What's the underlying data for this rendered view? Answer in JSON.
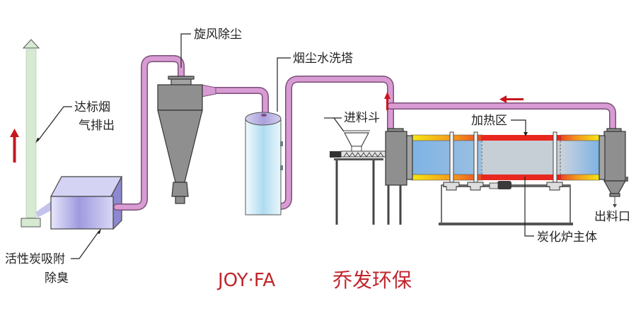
{
  "title": "Carbonization furnace flue gas treatment process diagram",
  "labels": {
    "exhaust": [
      "达标烟",
      "气排出"
    ],
    "cyclone": "旋风除尘",
    "scrubber": "烟尘水洗塔",
    "hopper": "进料斗",
    "heating_zone": "加热区",
    "outlet": "出料口",
    "furnace_body": "炭化炉主体",
    "carbon_filter": [
      "活性炭吸附",
      "除臭"
    ]
  },
  "brand": {
    "english": "JOY·FA",
    "chinese": "乔发环保"
  },
  "colors": {
    "pipe": "#d99bd3",
    "chimney": "#d6ead2",
    "flow_arrow": "#c8161d",
    "heating": "#e8281e",
    "preheat": "#f5e10f",
    "kiln_inner": "#8fbde6",
    "scrubber": "#bfe3f3",
    "filter_box": "#a7a3e0",
    "brand": "#c0262d"
  },
  "flow_direction_icons": [
    "up-arrow-chimney",
    "up-arrow-feed-end",
    "left-arrow-return-pipe"
  ]
}
